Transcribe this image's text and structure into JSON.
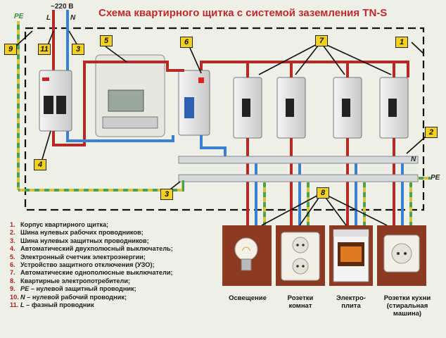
{
  "title": "Схема квартирного щитка с системой заземления TN-S",
  "top_labels": {
    "pe": "PE",
    "voltage": "~220 В",
    "l": "L",
    "n": "N"
  },
  "bus_labels": {
    "n": "N",
    "pe": "PE"
  },
  "badges": [
    "9",
    "11",
    "3",
    "5",
    "6",
    "7",
    "1",
    "2",
    "4",
    "3",
    "8"
  ],
  "legend": [
    {
      "num": "1.",
      "text": "Корпус квартирного щитка;"
    },
    {
      "num": "2.",
      "text": "Шина нулевых рабочих проводников;"
    },
    {
      "num": "3.",
      "text": "Шина нулевых защитных проводников;"
    },
    {
      "num": "4.",
      "text": "Автоматический двухполюсный выключатель;"
    },
    {
      "num": "5.",
      "text": "Электронный счетчик электроэнергии;"
    },
    {
      "num": "6.",
      "text": "Устройство защитного отключения (УЗО);"
    },
    {
      "num": "7.",
      "text": "Автоматические однополюсные выключатели;"
    },
    {
      "num": "8.",
      "text": "Квартирные электропотребители;"
    },
    {
      "num": "9.",
      "code": "PE",
      "text": " – нулевой защитный проводник;"
    },
    {
      "num": "10.",
      "code": "N",
      "text": " – нулевой рабочий проводник;"
    },
    {
      "num": "11.",
      "code": "L",
      "text": " – фазный проводник"
    }
  ],
  "consumers": [
    {
      "label": "Освещение",
      "icon": "light-bulb-icon"
    },
    {
      "label": "Розетки комнат",
      "icon": "double-socket-icon"
    },
    {
      "label": "Электро-плита",
      "icon": "electric-stove-icon"
    },
    {
      "label": "Розетки кухни (стиральная машина)",
      "icon": "single-socket-icon"
    }
  ],
  "colors": {
    "phase": "#b52a24",
    "neutral": "#3a7fd0",
    "pe_yellow": "#d8c23a",
    "pe_green": "#4aa25a",
    "title": "#c0282a",
    "badge": "#f2d21a",
    "consumer_panel": "#8c3a22"
  }
}
